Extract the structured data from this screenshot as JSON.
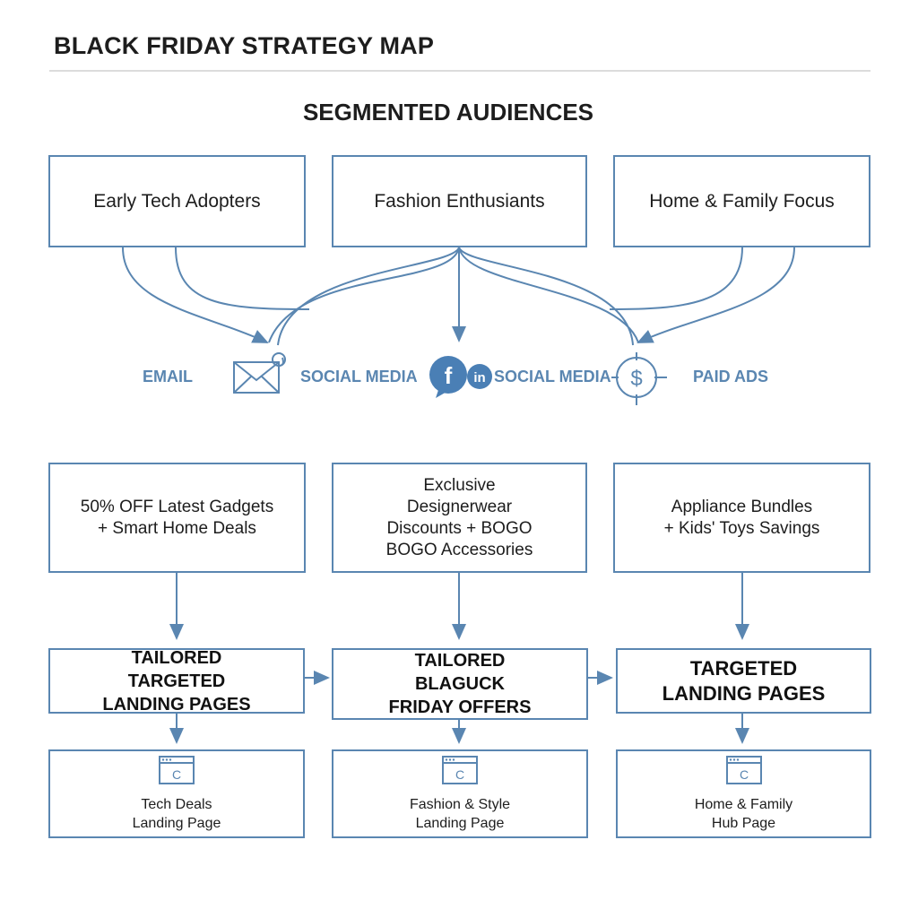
{
  "title": "BLACK FRIDAY STRATEGY MAP",
  "subtitle": "SEGMENTED AUDIENCES",
  "audiences": [
    "Early Tech Adopters",
    "Fashion Enthusiants",
    "Home & Family Focus"
  ],
  "channels": [
    "EMAIL",
    "SOCIAL MEDIA",
    "SOCIAL MEDIA",
    "PAID ADS"
  ],
  "channel_icons": [
    "email-at-icon",
    "facebook-icon",
    "linkedin-icon",
    "dollar-target-icon"
  ],
  "icon_glyphs": {
    "facebook": "f",
    "linkedin": "in",
    "dollar": "$",
    "browser": "C"
  },
  "offers": [
    "50% OFF Latest Gadgets\n+ Smart Home Deals",
    "Exclusive\nDesignerwear\nDiscounts + BOGO\nBOGO Accessories",
    "Appliance Bundles\n+ Kids' Toys Savings"
  ],
  "tailored": [
    "TAILORED\nTARGETED\nLANDING PAGES",
    "TAILORED\nBLAGUCK\nFRIDAY OFFERS",
    "TARGETED\nLANDING PAGES"
  ],
  "pages": [
    "Tech Deals\nLanding Page",
    "Fashion & Style\nLanding Page",
    "Home & Family\nHub Page"
  ],
  "colors": {
    "accent": "#5a86b1",
    "facebook": "#4a7fb5",
    "text": "#1d1d1d",
    "rule": "#dcdcdc"
  }
}
